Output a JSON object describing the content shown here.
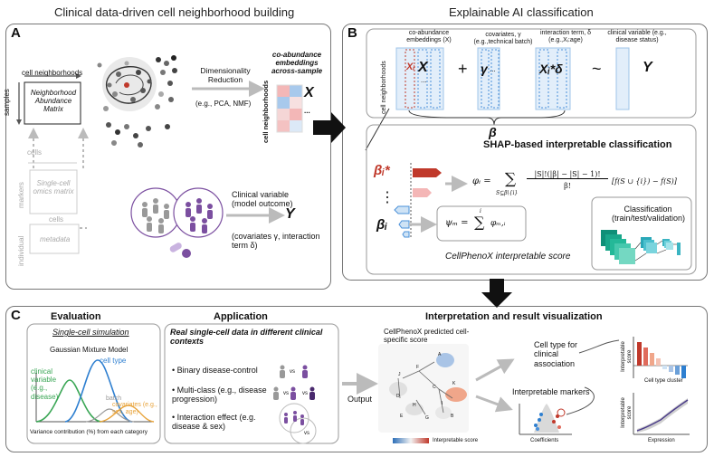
{
  "headers": {
    "left": "Clinical data-driven cell neighborhood building",
    "right": "Explainable AI classification"
  },
  "panel_a": {
    "letter": "A",
    "cell_neighborhoods": "cell neighborhoods",
    "samples": "samples",
    "matrix": "Neighborhood Abundance Matrix",
    "cells_top": "cells",
    "markers": "markers",
    "omics": "Single-cell omics matrix",
    "cells_bottom": "cells",
    "individual": "individual",
    "metadata": "metadata",
    "dim_red": "Dimensionality Reduction",
    "methods": "(e.g., PCA, NMF)",
    "coab_title": "co-abundance embeddings across-sample",
    "cn_vertical": "cell neighborhoods",
    "x": "X",
    "dots": "...",
    "clinical_var": "Clinical variable (model outcome)",
    "y": "Y",
    "covariates": "(covariates γ, interaction term δ)"
  },
  "panel_b": {
    "letter": "B",
    "coab_label": "co-abundance embeddings (X)",
    "covariates_label": "covariates, γ (e.g.,technical batch)",
    "interaction_label": "interaction term, δ (e.g.,Xᵢ:age)",
    "clinical_label": "clinical variable (e.g., disease status)",
    "cn_vertical": "cell neighborhoods",
    "xi": "Xᵢ",
    "x": "X",
    "plus": "+",
    "gamma": "γ",
    "dots": "...",
    "xi_delta": "Xᵢ*δ",
    "tilde": "~",
    "y": "Y",
    "beta": "β",
    "shap_title": "SHAP-based interpretable classification",
    "beta_i_star": "βᵢ*",
    "vdots": "⋮",
    "beta_i": "βᵢ",
    "phi_formula": "φᵢ = Σ |S|!(|β| − |S| − 1)! / β! [f(S ∪ {i}) − f(S)]",
    "phi_lhs": "φᵢ =",
    "sum": "∑",
    "sum_sub": "S⊆β\\{i}",
    "frac_num": "|S|!(|β| − |S| − 1)!",
    "frac_den": "β!",
    "bracket": "[f(S ∪ {i}) − f(S)]",
    "psi_lhs": "ψₘ =",
    "psi_sum_top": "i",
    "psi_rhs": "φₘ,ᵢ",
    "classification": "Classification (train/test/validation)",
    "score_label": "CellPhenoX interpretable score"
  },
  "panel_c": {
    "letter": "C",
    "eval_title": "Evaluation",
    "sim_title": "Single-cell simulation",
    "gmm": "Gaussian Mixture Model",
    "cell_type": "cell type",
    "clinical": "clinical variable (e.g., disease)",
    "batch": "batch",
    "covariates": "covariates (e.g., sex, age)",
    "variance": "Variance contribution (%) from each category",
    "app_title": "Application",
    "app_sub": "Real single-cell data in different clinical contexts",
    "bullets": [
      "Binary disease-control",
      "Multi-class (e.g., disease progression)",
      "Interaction effect (e.g. disease & sex)"
    ],
    "vs": "vs",
    "output": "Output",
    "interp_title": "Interpretation and result visualization",
    "predicted": "CellPhenoX predicted cell-specific score",
    "interp_score": "Interpretable score",
    "coefficients": "Coefficients",
    "cell_type_assoc": "Cell type for clinical association",
    "markers": "Interpretable markers",
    "int_score": "Interpretable score",
    "cluster": "Cell type cluster",
    "expression": "Expression",
    "node_labels": [
      "A",
      "B",
      "C",
      "D",
      "E",
      "F",
      "G",
      "H",
      "I",
      "J",
      "K"
    ]
  },
  "colors": {
    "red": "#c0392b",
    "blue": "#2e7fd0",
    "green": "#3aa655",
    "orange": "#e8a33a",
    "purple": "#7b4fa0",
    "teal": "#1fae9a"
  }
}
